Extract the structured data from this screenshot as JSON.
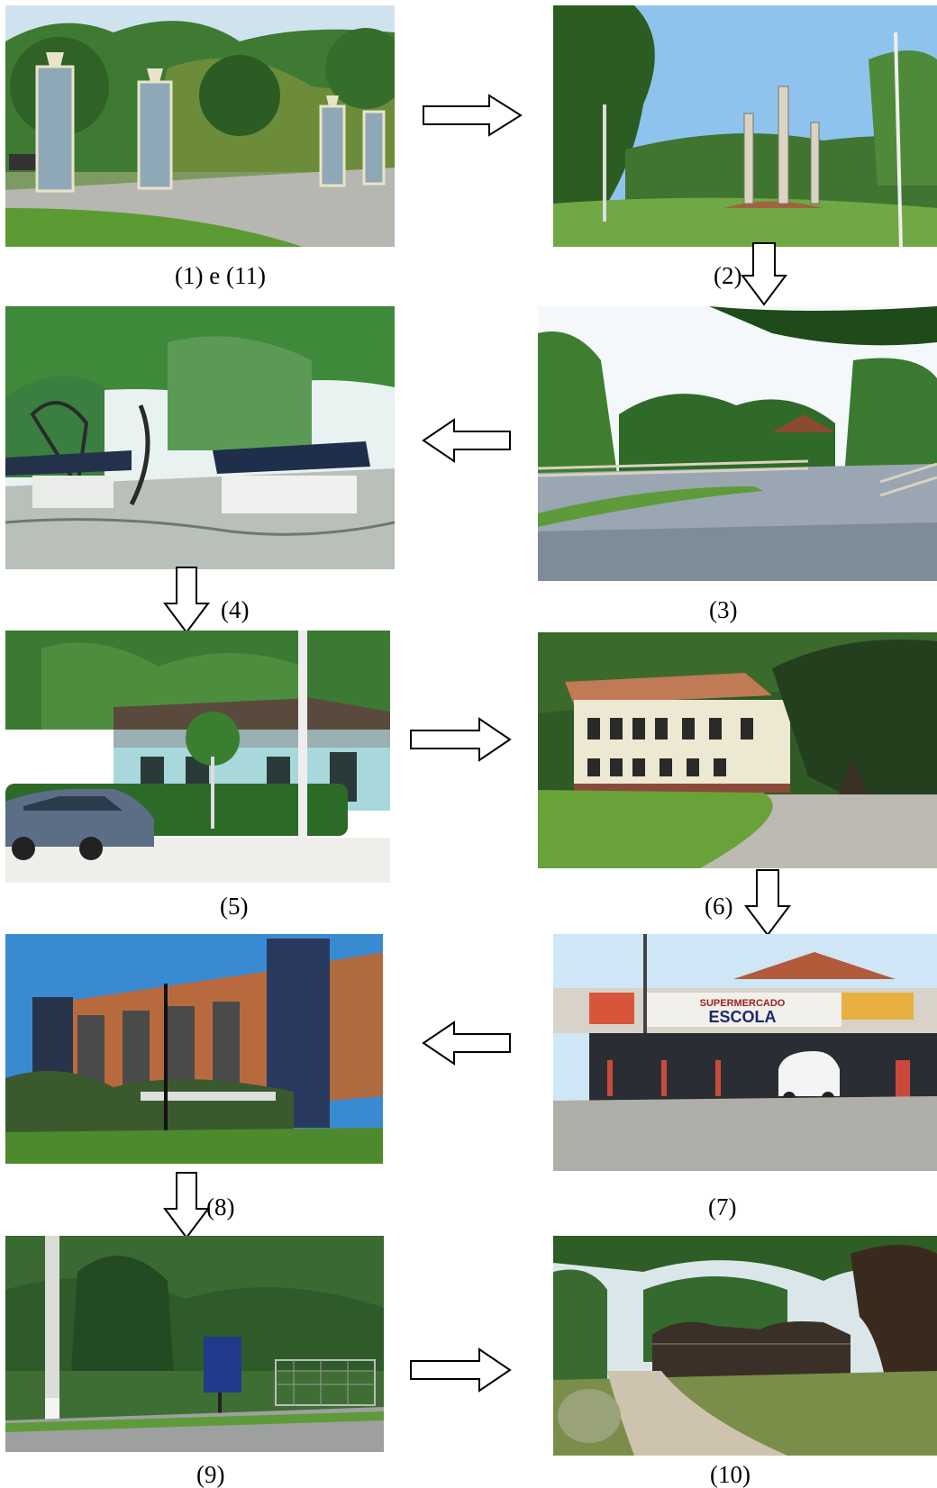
{
  "captions": {
    "c1": "(1) e (11)",
    "c2": "(2)",
    "c3": "(3)",
    "c4": "(4)",
    "c5": "(5)",
    "c6": "(6)",
    "c7": "(7)",
    "c8": "(8)",
    "c9": "(9)",
    "c10": "(10)"
  },
  "sign_texts": {
    "supermarket_line1": "SUPERMERCADO",
    "supermarket_line2": "ESCOLA"
  },
  "colors": {
    "sky": "#7fb6e6",
    "grass": "#5f9a3a",
    "foliage": "#2f6a2a",
    "pavement": "#a9a9a4",
    "arrow_stroke": "#000000",
    "arrow_fill": "#ffffff"
  }
}
